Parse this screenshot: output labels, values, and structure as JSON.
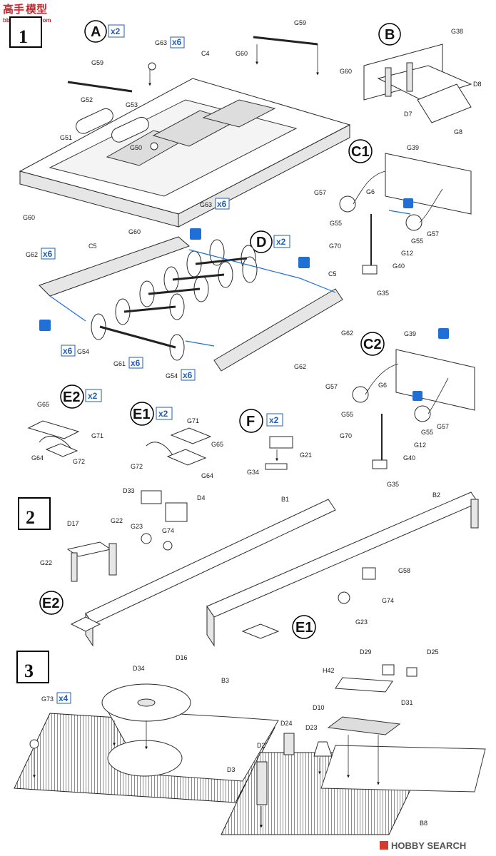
{
  "watermark_top": {
    "line1": "高手",
    "line2": "模型",
    "url": "bbs.shaoshe.com"
  },
  "watermark_bottom": "HOBBY SEARCH",
  "steps": [
    "1",
    "2",
    "3"
  ],
  "callouts": {
    "A": "A",
    "A_mult": "x2",
    "B": "B",
    "C1": "C1",
    "C2": "C2",
    "D": "D",
    "D_mult": "x2",
    "E2": "E2",
    "E2_mult": "x2",
    "E1": "E1",
    "E1_mult": "x2",
    "F": "F",
    "F_mult": "x2"
  },
  "step1": {
    "A": {
      "labels": {
        "g59a": "G59",
        "g59b": "G59",
        "g63a": "G63",
        "g63a_mult": "x6",
        "g63b": "G63",
        "g63b_mult": "x6",
        "c4": "C4",
        "g60a": "G60",
        "g60b": "G60",
        "g60c": "G60",
        "g60d": "G60",
        "g52": "G52",
        "g53": "G53",
        "g51": "G51",
        "g50": "G50"
      }
    },
    "B": {
      "labels": {
        "g38": "G38",
        "d8": "D8",
        "d7": "D7",
        "g8": "G8"
      }
    },
    "C1": {
      "labels": {
        "g39": "G39",
        "g57a": "G57",
        "g57b": "G57",
        "g6": "G6",
        "g55a": "G55",
        "g55b": "G55",
        "g70": "G70",
        "g12": "G12",
        "g40": "G40",
        "g35": "G35"
      }
    },
    "D": {
      "labels": {
        "g62a": "G62",
        "g62a_mult": "x6",
        "c5a": "C5",
        "c5b": "C5",
        "g62b": "G62",
        "g62c": "G62",
        "g54a": "G54",
        "g54a_mult": "x6",
        "g61": "G61",
        "g61_mult": "x6",
        "g54b": "G54",
        "g54b_mult": "x6"
      }
    },
    "C2": {
      "labels": {
        "g39": "G39",
        "g57a": "G57",
        "g57b": "G57",
        "g6": "G6",
        "g55a": "G55",
        "g55b": "G55",
        "g70": "G70",
        "g12": "G12",
        "g40": "G40",
        "g35": "G35"
      }
    },
    "E2": {
      "labels": {
        "g65": "G65",
        "g71": "G71",
        "g64": "G64",
        "g72": "G72"
      }
    },
    "E1": {
      "labels": {
        "g71": "G71",
        "g65": "G65",
        "g72": "G72",
        "g64": "G64"
      }
    },
    "F": {
      "labels": {
        "g21": "G21",
        "g34": "G34"
      }
    }
  },
  "step2": {
    "labels": {
      "d33": "D33",
      "d4": "D4",
      "b1": "B1",
      "b2": "B2",
      "d17": "D17",
      "g22a": "G22",
      "g22b": "G22",
      "g23a": "G23",
      "g74a": "G74",
      "g58": "G58",
      "g74b": "G74",
      "g23b": "G23"
    },
    "callouts": {
      "e2": "E2",
      "e1": "E1"
    }
  },
  "step3": {
    "labels": {
      "d34": "D34",
      "d16": "D16",
      "b3": "B3",
      "g73": "G73",
      "g73_mult": "x4",
      "d29": "D29",
      "d25": "D25",
      "h42": "H42",
      "d31": "D31",
      "d10": "D10",
      "d24": "D24",
      "d23": "D23",
      "d2": "D2",
      "d3": "D3",
      "b8": "B8"
    }
  }
}
